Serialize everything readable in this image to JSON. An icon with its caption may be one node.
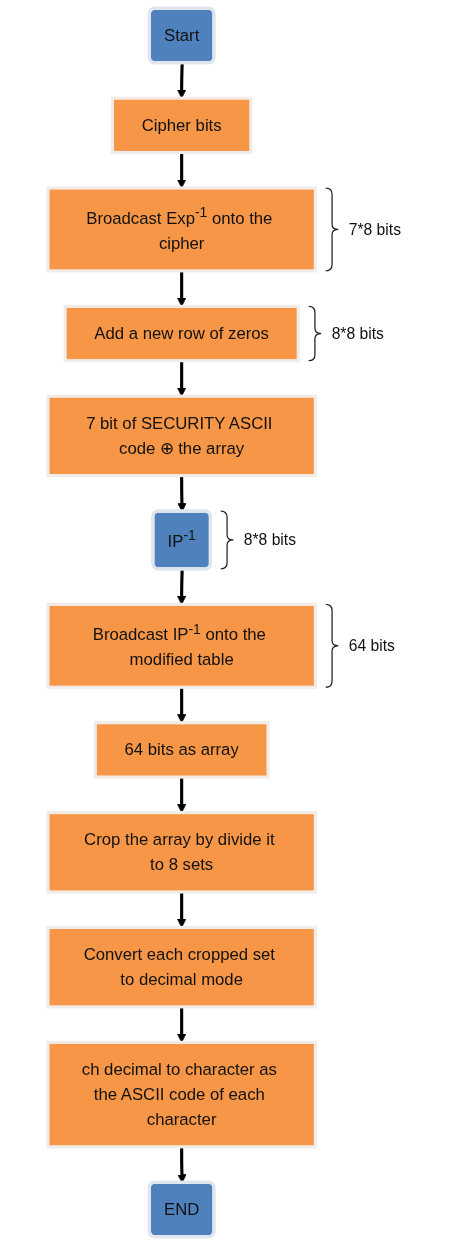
{
  "diagram": {
    "nodes": [
      {
        "text": [
          "Start"
        ]
      },
      {
        "text": [
          "Cipher bits"
        ]
      },
      {
        "text": [
          "Broadcast Exp$^{-1}$ onto the cipher"
        ],
        "beside": [
          "7*8 bits"
        ]
      },
      {
        "text": [
          "Add a new row of zeros"
        ],
        "beside": [
          "8*8 bits"
        ]
      },
      {
        "text": [
          "7 bit of SECURITY ASCII code ⊕ the array"
        ]
      },
      {
        "text": [
          "IP$^{-1}$"
        ],
        "beside": [
          "8*8 bits"
        ]
      },
      {
        "text": [
          "Broadcast IP$^{-1}$ onto the modified table"
        ],
        "beside": [
          "64 bits"
        ]
      },
      {
        "text": [
          "64 bits as array"
        ]
      },
      {
        "text": [
          "Crop the array by divide it to 8 sets"
        ]
      },
      {
        "text": [
          "Convert each cropped set to decimal mode"
        ]
      },
      {
        "text": [
          "ch decimal to character as the ASCII code of each character"
        ]
      },
      {
        "text": [
          "END"
        ]
      }
    ],
    "edges": [
      {
        "from": 0,
        "to": 1,
        "arrow": "to"
      },
      {
        "from": 1,
        "to": 2,
        "arrow": "to"
      },
      {
        "from": 2,
        "to": 3,
        "arrow": "to"
      },
      {
        "from": 3,
        "to": 4,
        "arrow": "to"
      },
      {
        "from": 4,
        "to": 5,
        "arrow": "to"
      },
      {
        "from": 5,
        "to": 6,
        "arrow": "to"
      },
      {
        "from": 6,
        "to": 7,
        "arrow": "to"
      },
      {
        "from": 7,
        "to": 8,
        "arrow": "to"
      },
      {
        "from": 8,
        "to": 9,
        "arrow": "to"
      },
      {
        "from": 9,
        "to": 10,
        "arrow": "to"
      },
      {
        "from": 10,
        "to": 11,
        "arrow": "to"
      }
    ]
  }
}
